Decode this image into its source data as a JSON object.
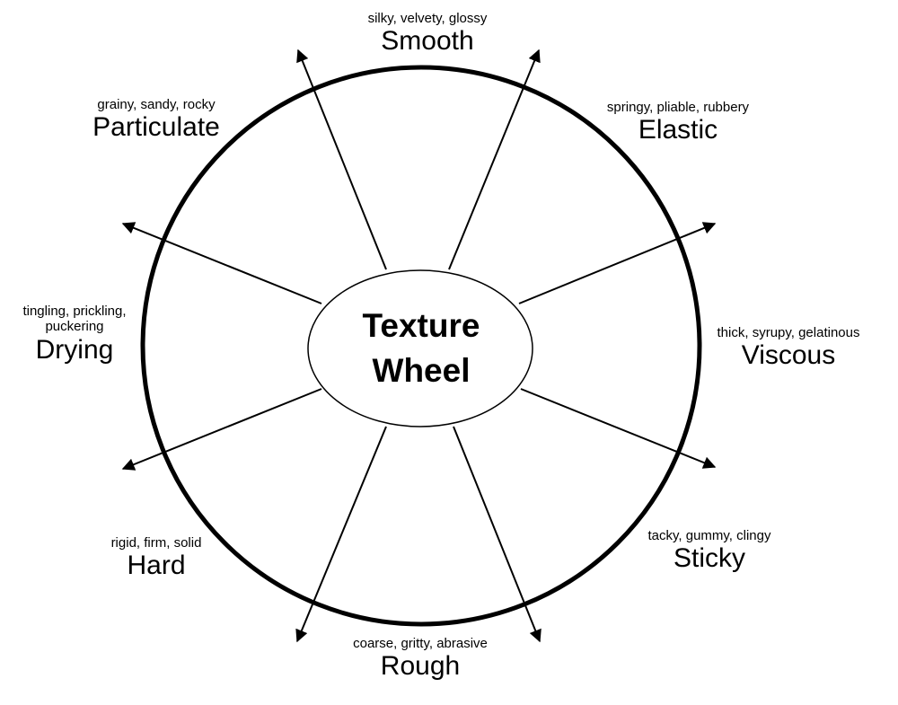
{
  "center": {
    "line1": "Texture",
    "line2": "Wheel"
  },
  "labels": [
    {
      "key": "smooth",
      "main": "Smooth",
      "sub": "silky, velvety, glossy"
    },
    {
      "key": "elastic",
      "main": "Elastic",
      "sub": "springy, pliable, rubbery"
    },
    {
      "key": "viscous",
      "main": "Viscous",
      "sub": "thick, syrupy, gelatinous"
    },
    {
      "key": "sticky",
      "main": "Sticky",
      "sub": "tacky, gummy, clingy"
    },
    {
      "key": "rough",
      "main": "Rough",
      "sub": "coarse, gritty, abrasive"
    },
    {
      "key": "hard",
      "main": "Hard",
      "sub": "rigid, firm, solid"
    },
    {
      "key": "drying",
      "main": "Drying",
      "sub": "tingling, prickling, puckering"
    },
    {
      "key": "particulate",
      "main": "Particulate",
      "sub": "grainy, sandy, rocky"
    }
  ]
}
